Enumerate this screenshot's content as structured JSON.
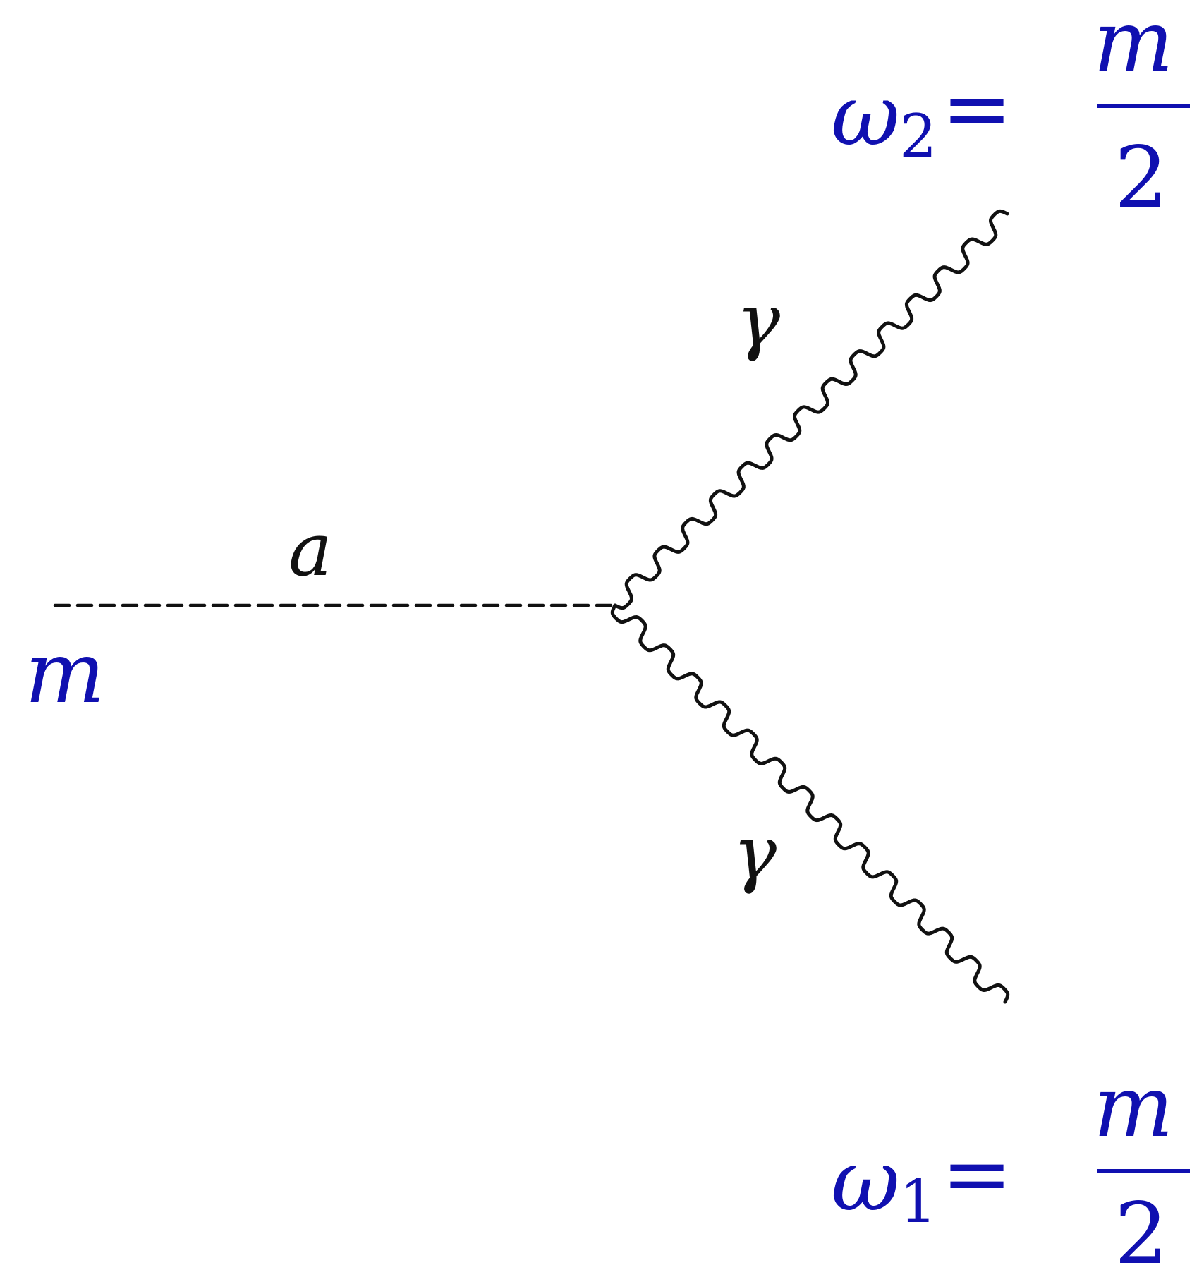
{
  "labels": {
    "axion": "a",
    "mass": "m",
    "photon_upper": "γ",
    "photon_lower": "γ",
    "omega2": {
      "symbol": "ω",
      "subscript": "2",
      "equals": "=",
      "numerator": "m",
      "denominator": "2"
    },
    "omega1": {
      "symbol": "ω",
      "subscript": "1",
      "equals": "=",
      "numerator": "m",
      "denominator": "2"
    }
  },
  "colors": {
    "lines": "#111111",
    "label_black": "#111111",
    "label_blue": "#1010b0"
  }
}
